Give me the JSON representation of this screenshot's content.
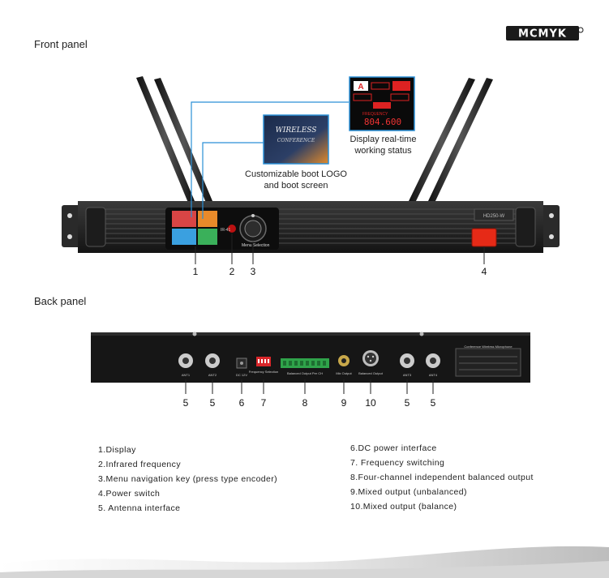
{
  "brand": {
    "logo_text": "MCMYK"
  },
  "front": {
    "title": "Front panel",
    "callouts": {
      "boot_logo": "Customizable boot LOGO\nand boot screen",
      "status": "Display real-time\nworking status"
    },
    "boot_screen": {
      "line1": "WIRELESS",
      "line2": "CONFERENCE"
    },
    "status_screen": {
      "channel": "A",
      "freq_label": "FREQUENCY",
      "freq_value": "804.600"
    },
    "device": {
      "model": "HD250-W",
      "ir_label": "IR-41",
      "knob_label": "Menu Selection"
    },
    "numbers": [
      "1",
      "2",
      "3",
      "4"
    ]
  },
  "back": {
    "title": "Back panel",
    "labels": {
      "ant1": "ANT1",
      "ant2": "ANT2",
      "ant3": "ANT3",
      "ant4": "ANT4",
      "dc": "DC 12V",
      "freq": "Frequency Selection",
      "balanced_per_ch": "Balanced Output Per CH",
      "mix": "Mix Output",
      "balanced": "Balanced Output",
      "brand_line": "Conference Wireless Microphone"
    },
    "numbers": [
      "5",
      "5",
      "6",
      "7",
      "8",
      "9",
      "10",
      "5",
      "5"
    ]
  },
  "legend": {
    "left": [
      "1.Display",
      "2.Infrared frequency",
      "3.Menu navigation key (press type encoder)",
      "4.Power switch",
      "5.  Antenna  interface"
    ],
    "right": [
      "6.DC power interface",
      "7. Frequency switching",
      "8.Four-channel independent balanced output",
      "9.Mixed output (unbalanced)",
      "10.Mixed output (balance)"
    ]
  }
}
